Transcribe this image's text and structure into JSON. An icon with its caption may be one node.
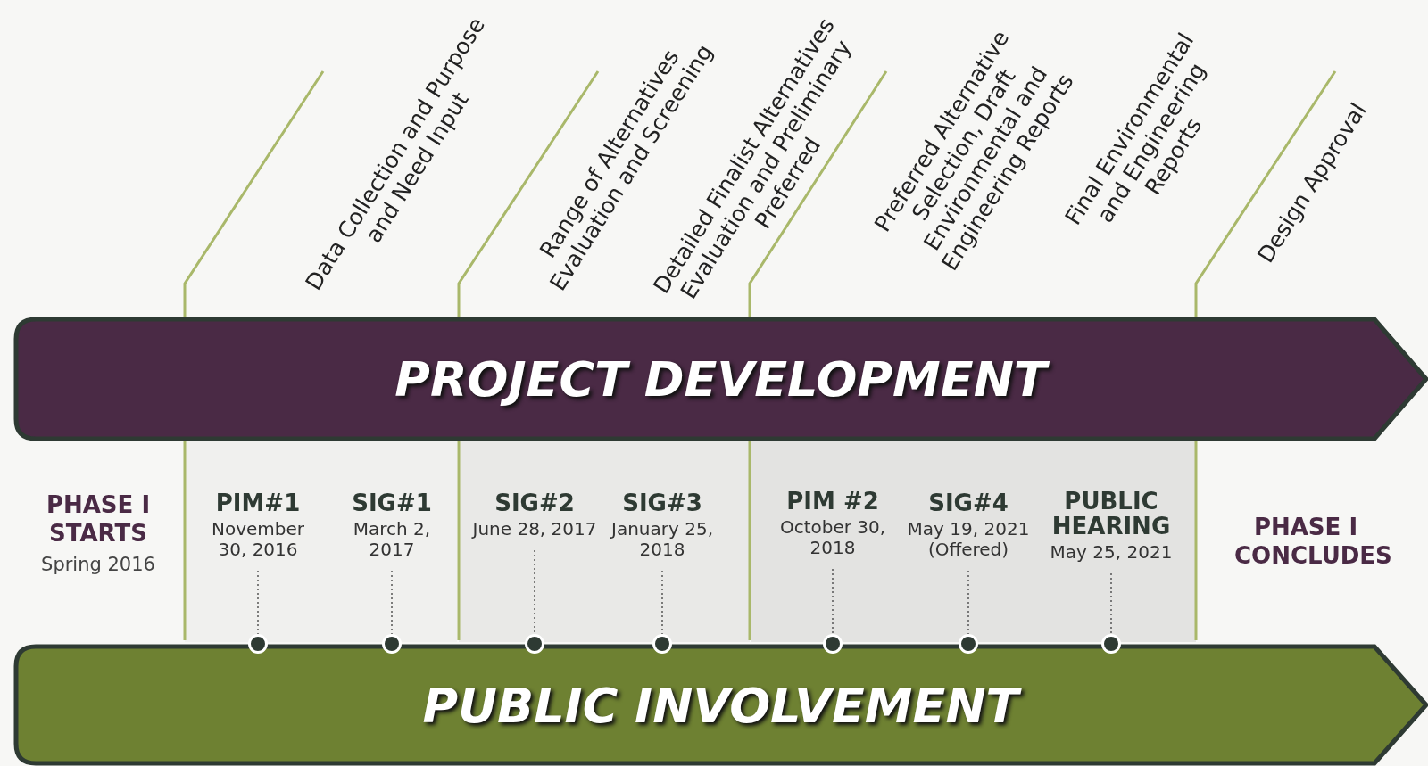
{
  "diagram": {
    "nodes": [
      {
        "text": [
          "PROJECT DEVELOPMENT"
        ]
      },
      {
        "text": [
          "PIM#1",
          "November 30, 2016"
        ]
      },
      {
        "text": [
          "SIG#1",
          "March 2, 2017"
        ]
      },
      {
        "text": [
          "SIG#2",
          "June 28, 2017"
        ]
      },
      {
        "text": [
          "SIG#3",
          "January 25, 2018"
        ]
      },
      {
        "text": [
          "PIM #2",
          "October 30, 2018"
        ]
      },
      {
        "text": [
          "SIG#4",
          "May 19, 2021 (Offered)"
        ]
      },
      {
        "text": [
          "PUBLIC HEARING",
          "May 25, 2021"
        ]
      },
      {
        "text": [],
        "shape": "circle"
      },
      {
        "text": [],
        "shape": "circle"
      },
      {
        "text": [],
        "shape": "circle"
      },
      {
        "text": [],
        "shape": "circle"
      },
      {
        "text": [],
        "shape": "circle"
      },
      {
        "text": [],
        "shape": "circle"
      },
      {
        "text": [],
        "shape": "circle"
      },
      {
        "text": [
          "PUBLIC INVOLVEMENT"
        ]
      }
    ],
    "edges": [
      {
        "from": 1,
        "to": 8,
        "arrow": "none",
        "style": "dashed"
      },
      {
        "from": 2,
        "to": 9,
        "arrow": "none",
        "style": "dashed"
      },
      {
        "from": 3,
        "to": 10,
        "arrow": "none",
        "style": "dashed"
      },
      {
        "from": 4,
        "to": 11,
        "arrow": "none",
        "style": "dashed"
      },
      {
        "from": 5,
        "to": 12,
        "arrow": "none",
        "style": "dashed"
      },
      {
        "from": 6,
        "to": 13,
        "arrow": "none",
        "style": "dashed"
      },
      {
        "from": 7,
        "to": 14,
        "arrow": "none",
        "style": "dashed"
      }
    ],
    "labels": [
      "Data Collection and Purpose and Need Input",
      "Range of Alternatives Evaluation and Screening",
      "Detailed Finalist Alternatives Evaluation and Preliminary Preferred",
      "Preferred Alternative Selection, Draft Environmental and Engineering Reports",
      "Final Environmental and Engineering Reports",
      "Design Approval",
      "PHASE I STARTS",
      "Spring 2016",
      "PHASE I CONCLUDES"
    ]
  }
}
